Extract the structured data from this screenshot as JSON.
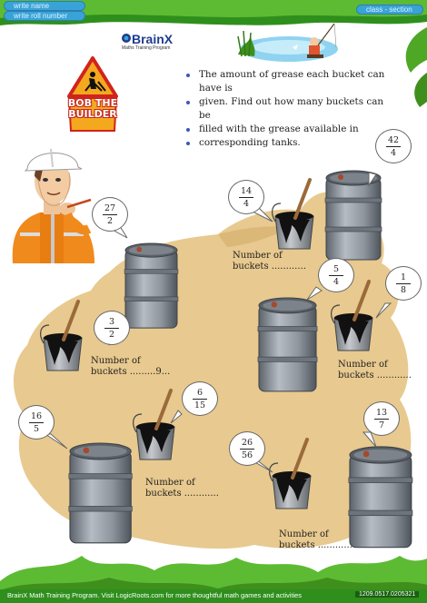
{
  "header": {
    "name_placeholder": "write name",
    "roll_placeholder": "write roll number",
    "class_placeholder": "class - section"
  },
  "logo": {
    "brand": "BrainX",
    "tagline": "Maths Training Program"
  },
  "sign": {
    "line1": "BOB THE",
    "line2": "BUILDER"
  },
  "instructions": [
    "The amount of grease each bucket can have is",
    "given. Find out how many buckets can be",
    "filled with the grease available in",
    "corresponding tanks."
  ],
  "fractions": {
    "f1": {
      "num": "27",
      "den": "2"
    },
    "f2": {
      "num": "3",
      "den": "2"
    },
    "f3": {
      "num": "14",
      "den": "4"
    },
    "f4": {
      "num": "42",
      "den": "4"
    },
    "f5": {
      "num": "5",
      "den": "4"
    },
    "f6": {
      "num": "1",
      "den": "8"
    },
    "f7": {
      "num": "16",
      "den": "5"
    },
    "f8": {
      "num": "6",
      "den": "15"
    },
    "f9": {
      "num": "26",
      "den": "56"
    },
    "f10": {
      "num": "13",
      "den": "7"
    }
  },
  "answers": {
    "a1": {
      "line1": "Number of",
      "line2": "buckets ............"
    },
    "a2": {
      "line1": "Number of",
      "line2": "buckets .........9..."
    },
    "a3": {
      "line1": "Number of",
      "line2": "buckets ............"
    },
    "a4": {
      "line1": "Number of",
      "line2": "buckets ............"
    },
    "a5": {
      "line1": "Number of",
      "line2": "buckets ............"
    }
  },
  "footer": {
    "text": "BrainX Math Training Program. Visit LogicRoots.com for more thoughtful math games and activities",
    "code": "1209.0517.0205321"
  },
  "colors": {
    "grease": "#e8c98f",
    "barrel": "#8e949c",
    "accent_blue": "#39a3d8",
    "grass": "#4ea825"
  }
}
